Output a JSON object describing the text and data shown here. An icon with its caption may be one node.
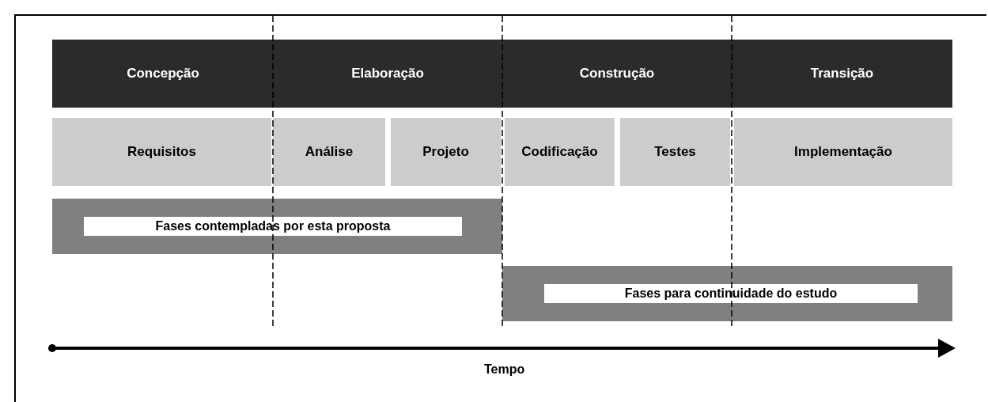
{
  "diagram": {
    "nodes": [
      {
        "text": [
          "Concepção"
        ]
      },
      {
        "text": [
          "Elaboração"
        ]
      },
      {
        "text": [
          "Construção"
        ]
      },
      {
        "text": [
          "Transição"
        ]
      },
      {
        "text": [
          "Requisitos"
        ]
      },
      {
        "text": [
          "Análise"
        ]
      },
      {
        "text": [
          "Projeto"
        ]
      },
      {
        "text": [
          "Codificação"
        ]
      },
      {
        "text": [
          "Testes"
        ]
      },
      {
        "text": [
          "Implementação"
        ]
      },
      {
        "text": [
          "Fases contempladas por esta proposta"
        ]
      },
      {
        "text": [
          "Fases para continuidade do estudo"
        ]
      }
    ],
    "labels": [
      "Tempo"
    ]
  }
}
